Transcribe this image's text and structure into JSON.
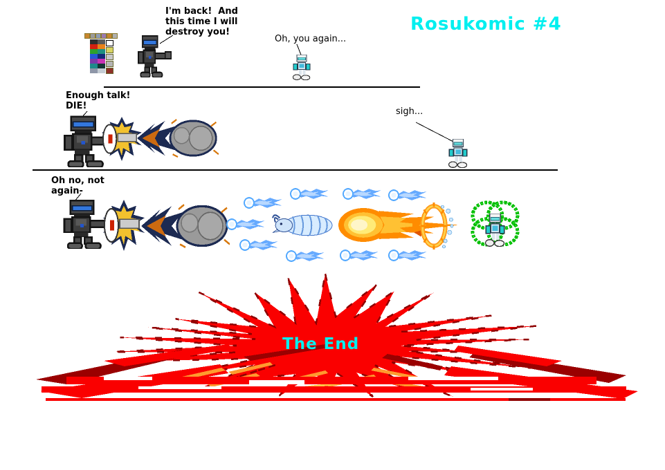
{
  "title": {
    "text": "Rosukomic #4"
  },
  "ending": {
    "text": "The End"
  },
  "speeches": [
    {
      "text": "I'm back!  And\nthis time I will\ndestroy you!"
    },
    {
      "text": "Oh, you again..."
    },
    {
      "text": "Enough talk!\nDIE!"
    },
    {
      "text": "sigh..."
    },
    {
      "text": "Oh no, not\nagain-"
    }
  ],
  "colors": {
    "title_cyan": "#00efef",
    "speech_black": "#000000",
    "divider_black": "#000000",
    "explosion_red": "#fa0000",
    "explosion_dark_red": "#8f0000",
    "explosion_orange": "#ff9a2e",
    "explosion_yellow": "#ffc645",
    "ice_blue": "#66aaff",
    "fire_orange": "#ff8c00",
    "fire_yellow": "#ffeb77",
    "shield_green": "#00bb00",
    "rock_gray": "#9a9a9a",
    "robot_dark_gray": "#4a4a4a",
    "ice_robot_teal": "#22cccc",
    "visor_blue": "#3377dd"
  },
  "palette": {
    "top_row": [
      "#c8862e",
      "#9a9a9a",
      "#8e9cb4",
      "#9a7ab0",
      "#c8862e",
      "#b0b0b0"
    ],
    "rows": [
      [
        "#2e2e2e",
        "#5a5a5a"
      ],
      [
        "#d22010",
        "#e8821a"
      ],
      [
        "#2ea02e",
        "#1e9080"
      ],
      [
        "#2656d8",
        "#122a78"
      ],
      [
        "#7a3aa8",
        "#c832b4"
      ],
      [
        "#1e8a8a",
        "#143434"
      ],
      [
        "#8e96a8",
        "#c4ccd4"
      ]
    ],
    "side": [
      "#ffffff",
      "#d8d462",
      "#c8c8c8",
      "#b4b4b4",
      "#8e3028"
    ]
  },
  "sprites": {
    "dark_robot": "dark-robot-sprite",
    "ice_robot": "ice-robot-sprite",
    "launch_flash": "muzzle-flash-sprite",
    "meteor": "meteor-projectile-sprite",
    "ice_comet": "ice-comet-projectile-sprite",
    "ice_beast": "ice-beast-projectile-sprite",
    "fireball": "fireball-projectile-sprite",
    "burst_ring": "impact-ring-sprite",
    "green_shield": "green-ring-shield-sprite",
    "explosion": "giant-red-explosion-sprite",
    "color_palette": "sprite-color-palette"
  }
}
